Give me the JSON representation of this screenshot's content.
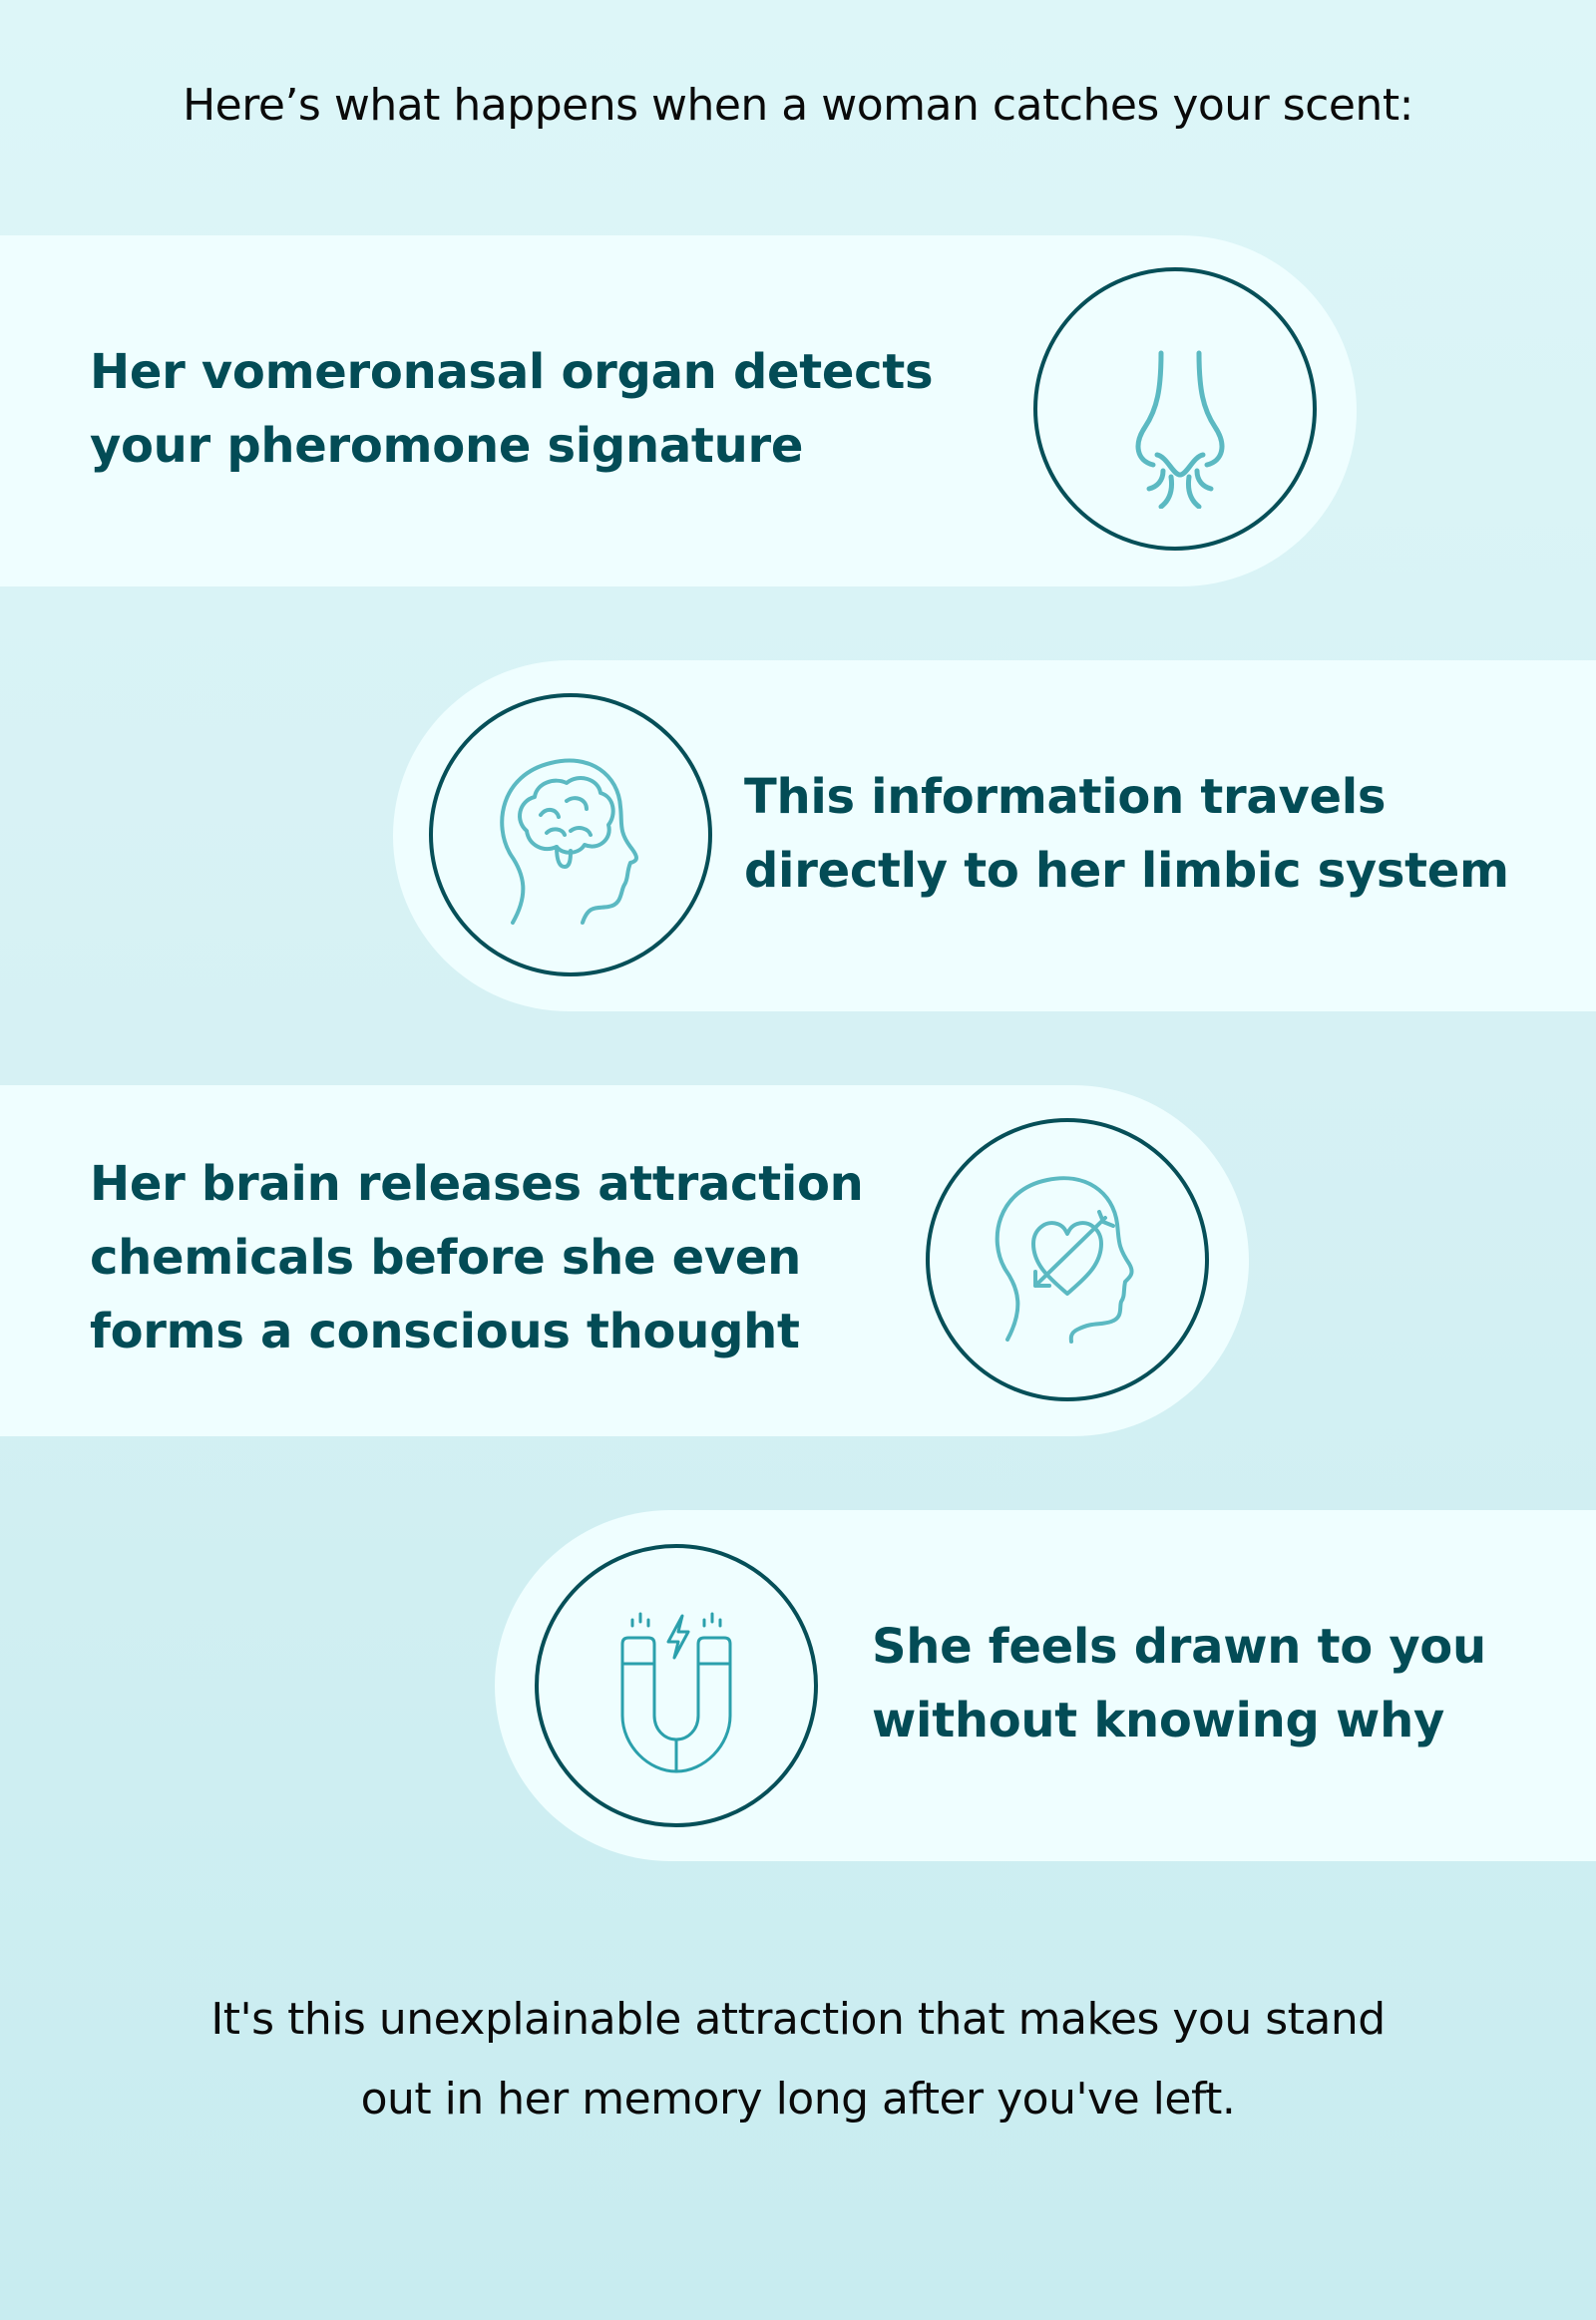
{
  "intro": "Here’s what happens when a woman catches your scent:",
  "steps": [
    {
      "text_line1": "Her vomeronasal organ detects",
      "text_line2": "your pheromone signature",
      "icon": "nose-icon"
    },
    {
      "text_line1": "This information travels",
      "text_line2": "directly to her limbic system",
      "icon": "brain-head-icon"
    },
    {
      "text_line1": "Her brain releases attraction",
      "text_line2": "chemicals before she even",
      "text_line3": "forms a conscious thought",
      "icon": "heart-arrow-head-icon"
    },
    {
      "text_line1": "She feels drawn to you",
      "text_line2": "without knowing why",
      "icon": "magnet-icon"
    }
  ],
  "outro": {
    "line1": "It's this unexplainable attraction that makes you stand",
    "line2": "out in her memory long after you've left."
  },
  "colors": {
    "heading": "#034c56",
    "circle_border": "#064f58",
    "icon_stroke": "#5bb9c2",
    "card_bg": "#effeff",
    "page_bg": "#d6f1f4"
  }
}
